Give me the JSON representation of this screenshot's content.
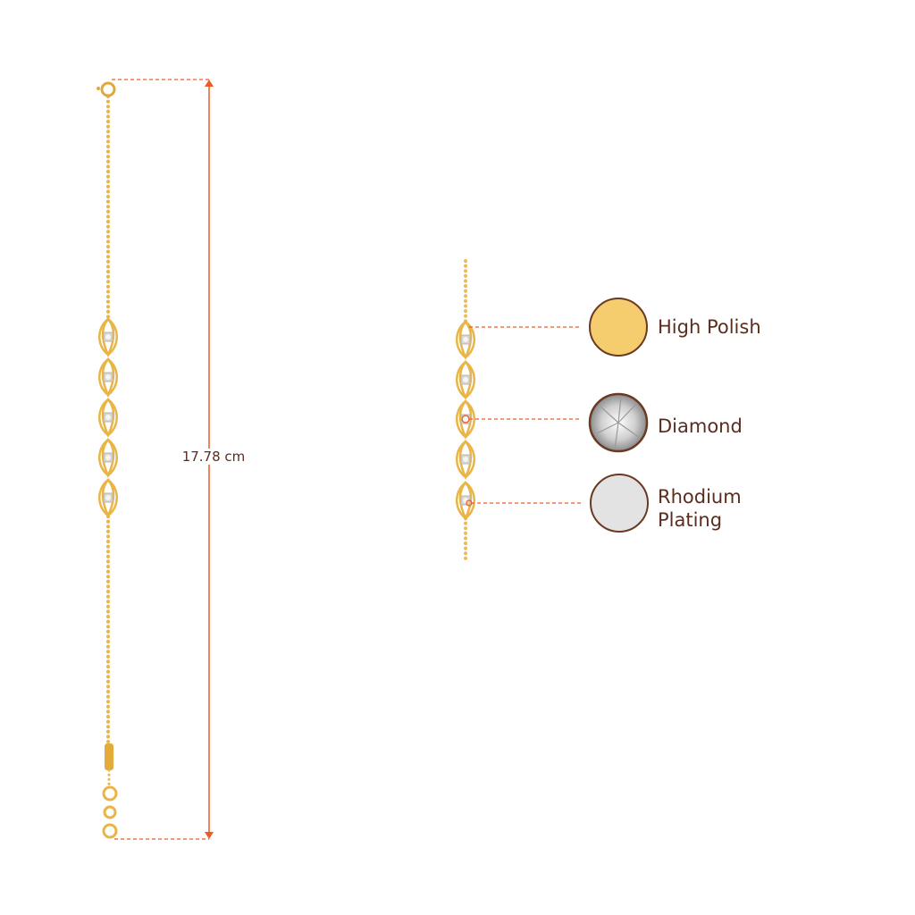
{
  "measurement": {
    "length_label": "17.78 cm"
  },
  "legend": [
    {
      "label": "High Polish",
      "swatch_color": "#f5cd6f"
    },
    {
      "label": "Diamond",
      "swatch_color": "#e6e6e6"
    },
    {
      "label": "Rhodium Plating",
      "line1": "Rhodium",
      "line2": "Plating",
      "swatch_color": "#e3e3e3"
    }
  ],
  "colors": {
    "gold": "#e9b546",
    "accent": "#f05a24",
    "ring": "#6b3a22",
    "text": "#5b2d1e"
  }
}
